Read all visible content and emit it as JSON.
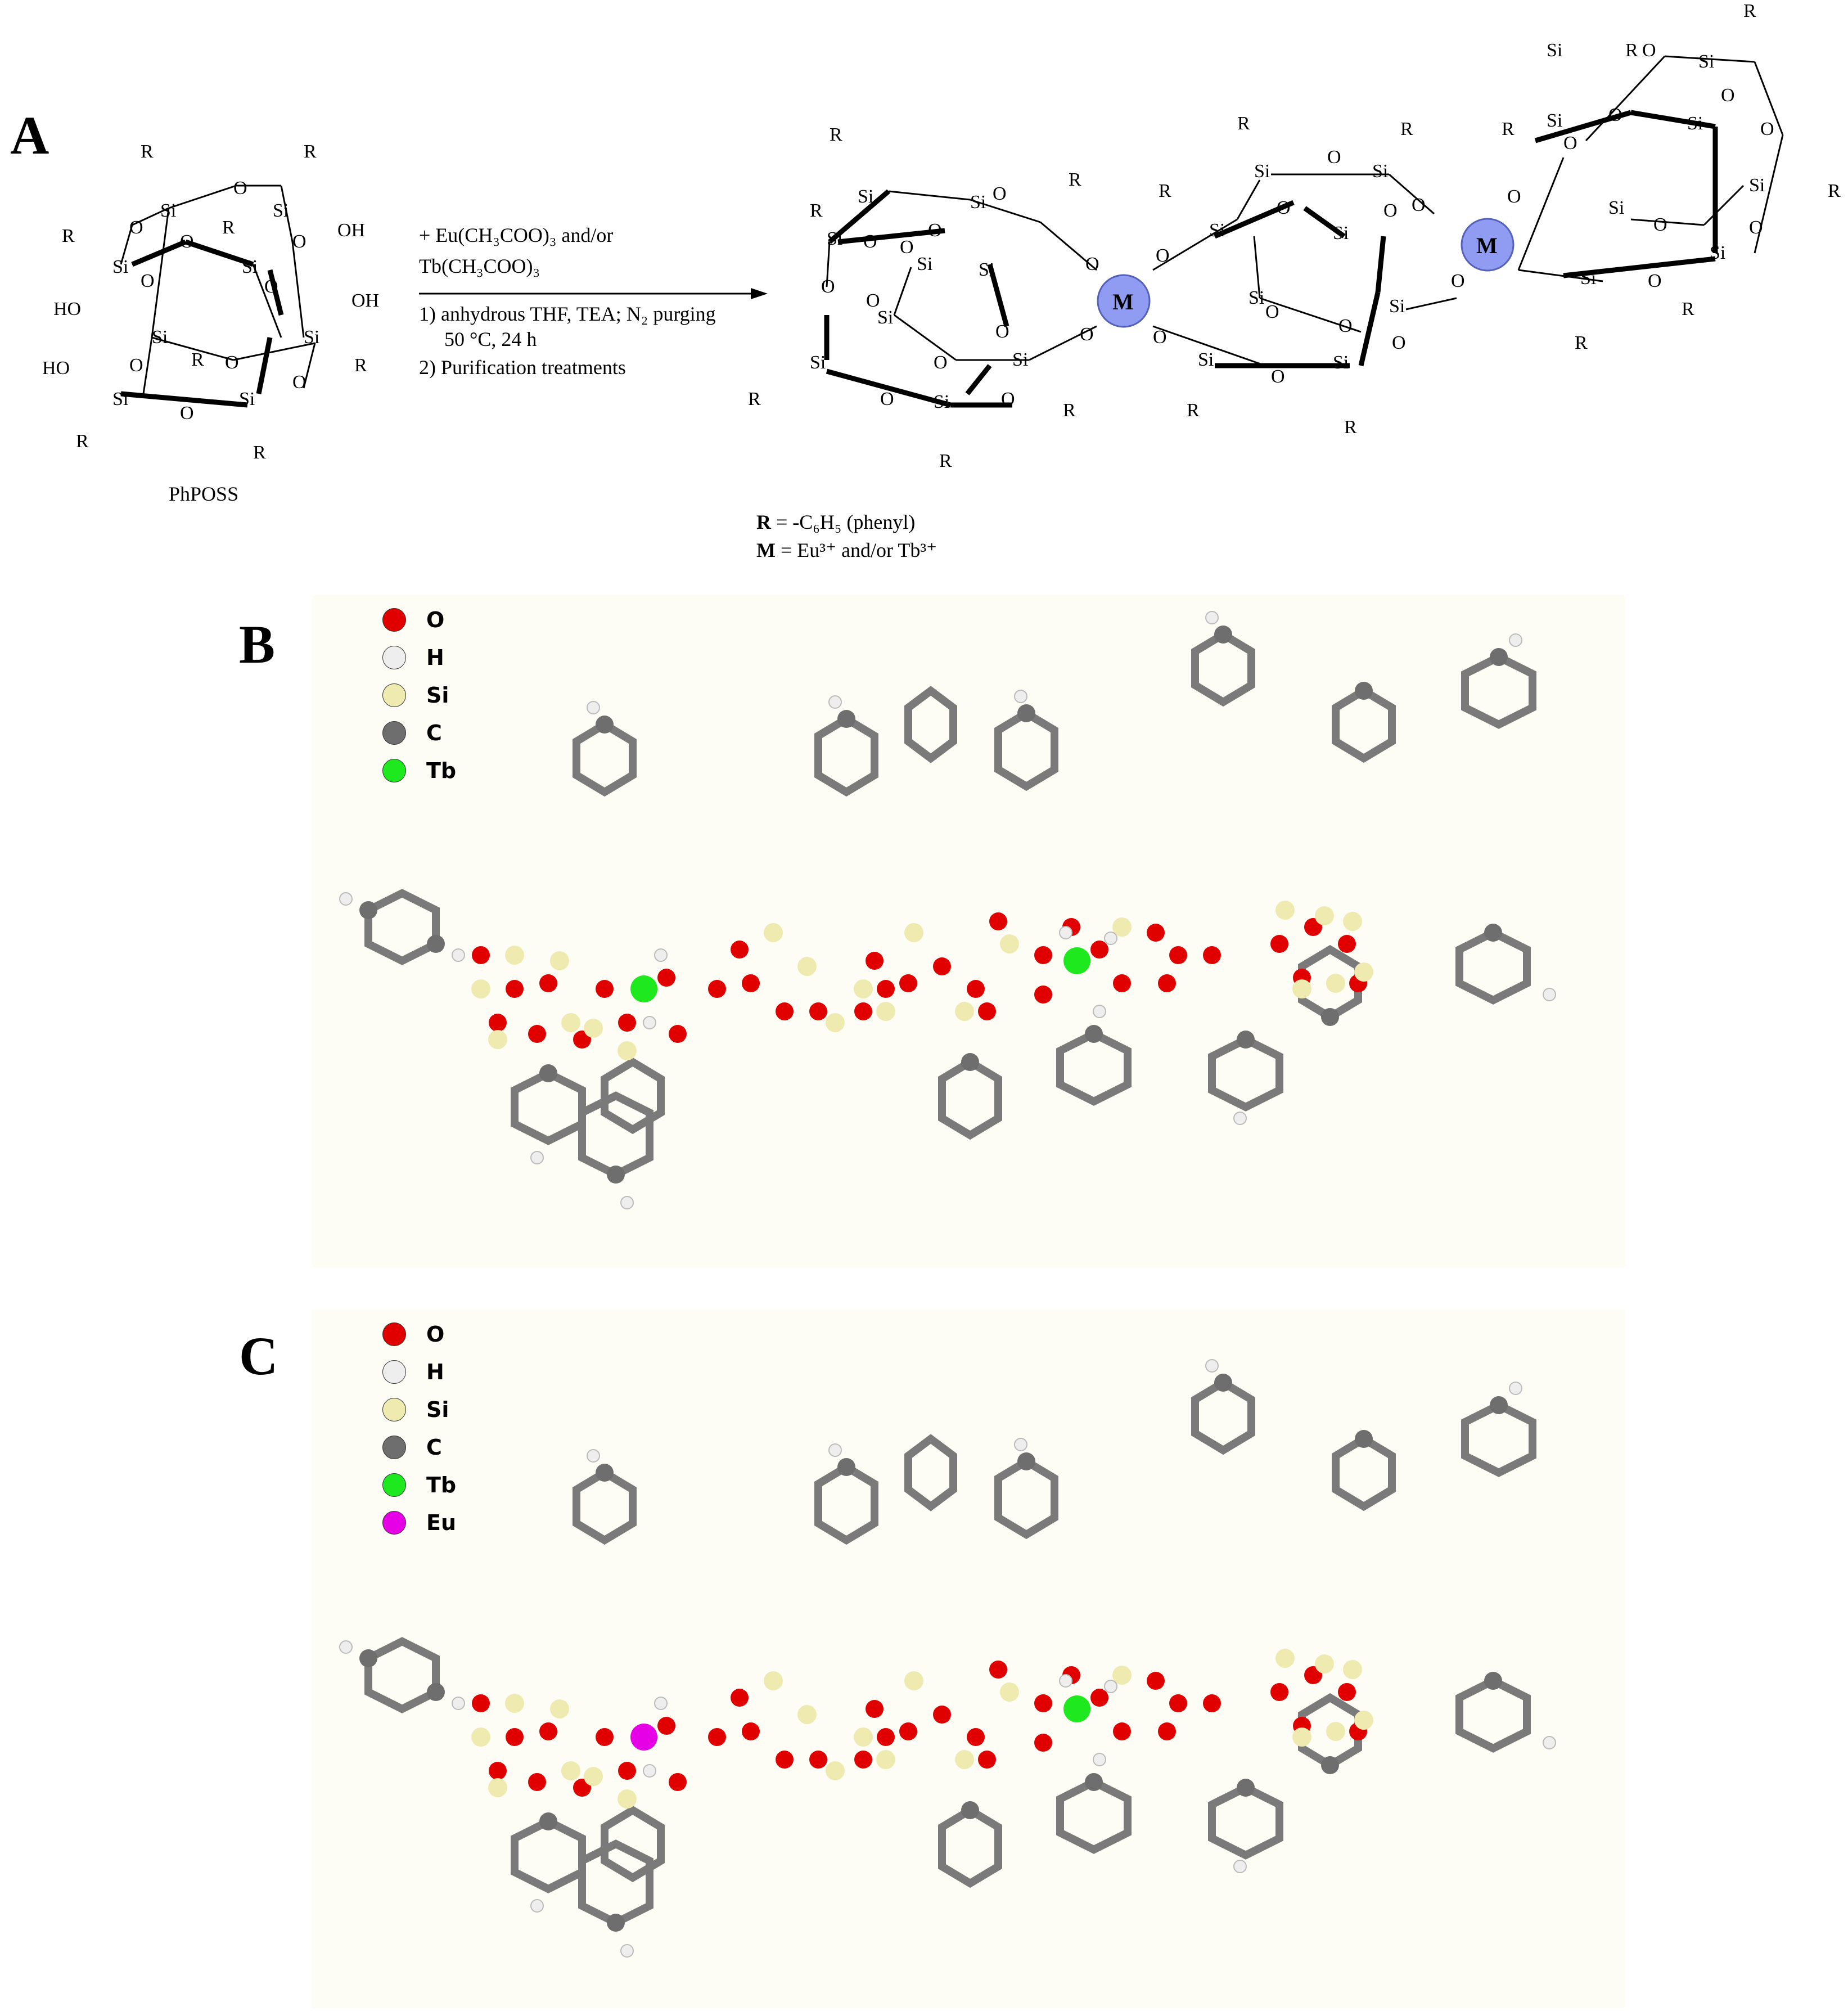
{
  "panels": {
    "a": {
      "letter": "A",
      "reactant_label": "PhPOSS",
      "conditions": {
        "reagent_line1": "+ Eu(CH₃COO)₃ and/or",
        "reagent_line2": "Tb(CH₃COO)₃",
        "step1a": "1) anhydrous THF, TEA; N₂ purging",
        "step1b": "50 °C, 24 h",
        "step2": "2) Purification treatments"
      },
      "definitions": {
        "r_symbol": "R",
        "r_text": " = -C₆H₅ (phenyl)",
        "m_symbol": "M",
        "m_text": " = Eu³⁺ and/or Tb³⁺"
      },
      "metal_label": "M",
      "colors": {
        "metal_fill": "#8f9cf2",
        "bond": "#000000"
      }
    },
    "b": {
      "letter": "B",
      "legend": [
        {
          "label": "O",
          "color": "#e00000"
        },
        {
          "label": "H",
          "color": "#eeeeee"
        },
        {
          "label": "Si",
          "color": "#efeab0"
        },
        {
          "label": "C",
          "color": "#6e6e6e"
        },
        {
          "label": "Tb",
          "color": "#1ee81e"
        }
      ],
      "center_metals": [
        "Tb",
        "Tb"
      ]
    },
    "c": {
      "letter": "C",
      "legend": [
        {
          "label": "O",
          "color": "#e00000"
        },
        {
          "label": "H",
          "color": "#eeeeee"
        },
        {
          "label": "Si",
          "color": "#efeab0"
        },
        {
          "label": "C",
          "color": "#6e6e6e"
        },
        {
          "label": "Tb",
          "color": "#1ee81e"
        },
        {
          "label": "Eu",
          "color": "#e600e6"
        }
      ],
      "center_metals": [
        "Eu",
        "Tb"
      ]
    }
  }
}
